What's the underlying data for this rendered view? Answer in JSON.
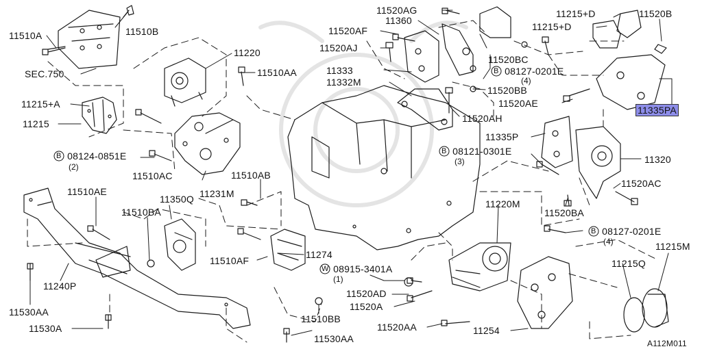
{
  "diagram_id": "A112M011",
  "highlight_color": "#8d8de9",
  "labels": {
    "l_11510A": "11510A",
    "l_11510B": "11510B",
    "l_sec750": "SEC.750",
    "l_11220": "11220",
    "l_11510AA": "11510AA",
    "l_11215A": "11215+A",
    "l_11215": "11215",
    "l_08124": "08124-0851E",
    "q_08124": "(2)",
    "l_11510AC": "11510AC",
    "l_11231M": "11231M",
    "l_11510AE": "11510AE",
    "l_11350Q": "11350Q",
    "l_11510BA": "11510BA",
    "l_11510AB": "11510AB",
    "l_11510AF": "11510AF",
    "l_11274": "11274",
    "l_08915": "08915-3401A",
    "q_08915": "(1)",
    "l_11240P": "11240P",
    "l_11530AA_left": "11530AA",
    "l_11530A": "11530A",
    "l_11510BB": "11510BB",
    "l_11530AA_bottom": "11530AA",
    "l_11520AG": "11520AG",
    "l_11360": "11360",
    "l_11520AF": "11520AF",
    "l_11520AJ": "11520AJ",
    "l_11333": "11333",
    "l_11332M": "11332M",
    "l_11520BC": "11520BC",
    "l_08127_top": "08127-0201E",
    "q_08127_top": "(4)",
    "l_11520BB": "11520BB",
    "l_11520AH": "11520AH",
    "l_11215D_1": "11215+D",
    "l_11215D_2": "11215+D",
    "l_11520B": "11520B",
    "l_11520AE": "11520AE",
    "l_11335PA": "11335PA",
    "l_11335P": "11335P",
    "l_08121": "08121-0301E",
    "q_08121": "(3)",
    "l_11320": "11320",
    "l_11520AC": "11520AC",
    "l_11520BA": "11520BA",
    "l_11220M": "11220M",
    "l_08127_bottom": "08127-0201E",
    "q_08127_bottom": "(4)",
    "l_11215M": "11215M",
    "l_11215Q": "11215Q",
    "l_11520AD": "11520AD",
    "l_11520A": "11520A",
    "l_11520AA": "11520AA",
    "l_11254": "11254"
  },
  "circle_marks": {
    "b": "B",
    "w": "W"
  }
}
